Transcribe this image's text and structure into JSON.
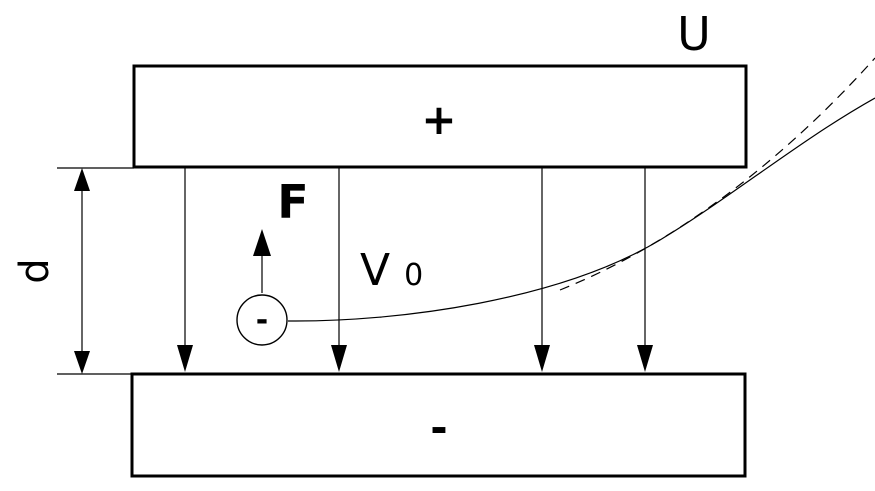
{
  "diagram": {
    "plates": {
      "top_sign": "+",
      "bottom_sign": "-"
    },
    "labels": {
      "voltage": "U",
      "distance": "d",
      "force": "F",
      "velocity_symbol": "V",
      "velocity_subscript": "0"
    },
    "particle": {
      "charge_sign": "-"
    },
    "field_lines_count": 4,
    "colors": {
      "stroke": "#000000",
      "background": "#ffffff"
    }
  }
}
